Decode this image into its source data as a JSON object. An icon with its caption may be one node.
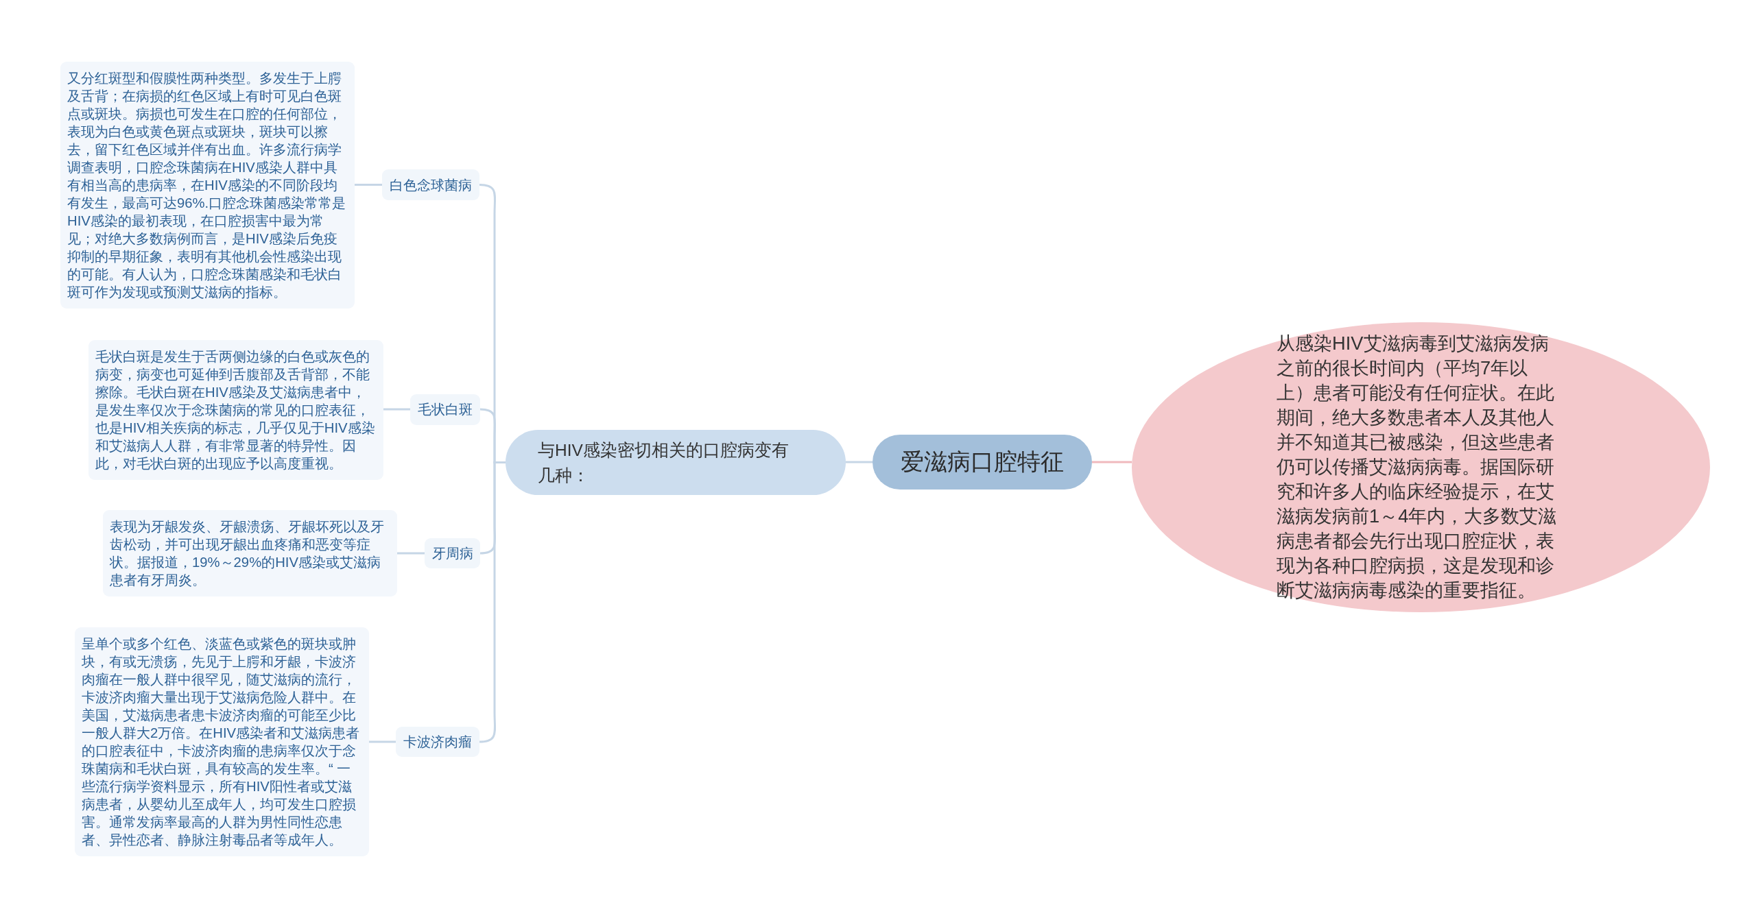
{
  "diagram": {
    "nodes": [
      {
        "text": [
          "爱滋病口腔特征"
        ]
      },
      {
        "text": [
          "从感染HIV艾滋病毒到艾滋病发病之前的很长时间内（平均7年以上）患者可能没有任何症状。在此期间，绝大多数患者本人及其他人并不知道其已被感染，但这些患者仍可以传播艾滋病病毒。据国际研究和许多人的临床经验提示，在艾滋病发病前1～4年内，大多数艾滋病患者都会先行出现口腔症状，表现为各种口腔病损，这是发现和诊断艾滋病病毒感染的重要指征。"
        ]
      },
      {
        "text": [
          "与HIV感染密切相关的口腔病变有几种："
        ]
      },
      {
        "text": [
          "白色念球菌病"
        ]
      },
      {
        "text": [
          "又分红斑型和假膜性两种类型。多发生于上腭及舌背；在病损的红色区域上有时可见白色斑点或斑块。病损也可发生在口腔的任何部位，表现为白色或黄色斑点或斑块，斑块可以擦去，留下红色区域并伴有出血。许多流行病学调查表明，口腔念珠菌病在HIV感染人群中具有相当高的患病率，在HIV感染的不同阶段均有发生，最高可达96%.口腔念珠菌感染常常是HIV感染的最初表现，在口腔损害中最为常见；对绝大多数病例而言，是HIV感染后免疫抑制的早期征象，表明有其他机会性感染出现的可能。有人认为，口腔念珠菌感染和毛状白斑可作为发现或预测艾滋病的指标。"
        ]
      },
      {
        "text": [
          "毛状白斑"
        ]
      },
      {
        "text": [
          "毛状白斑是发生于舌两侧边缘的白色或灰色的病变，病变也可延伸到舌腹部及舌背部，不能擦除。毛状白斑在HIV感染及艾滋病患者中，是发生率仅次于念珠菌病的常见的口腔表征，也是HIV相关疾病的标志，几乎仅见于HIV感染和艾滋病人人群，有非常显著的特异性。因此，对毛状白斑的出现应予以高度重视。"
        ]
      },
      {
        "text": [
          "牙周病"
        ]
      },
      {
        "text": [
          "表现为牙龈发炎、牙龈溃疡、牙龈坏死以及牙齿松动，并可出现牙龈出血疼痛和恶变等症状。据报道，19%～29%的HIV感染或艾滋病患者有牙周炎。"
        ]
      },
      {
        "text": [
          "卡波济肉瘤"
        ]
      },
      {
        "text": [
          "呈单个或多个红色、淡蓝色或紫色的斑块或肿块，有或无溃疡，先见于上腭和牙龈，卡波济肉瘤在一般人群中很罕见，随艾滋病的流行，卡波济肉瘤大量出现于艾滋病危险人群中。在美国，艾滋病患者患卡波济肉瘤的可能至少比一般人群大2万倍。在HIV感染者和艾滋病患者的口腔表征中，卡波济肉瘤的患病率仅次于念珠菌病和毛状白斑，具有较高的发生率。“ 一些流行病学资料显示，所有HIV阳性者或艾滋病患者，从婴幼儿至成年人，均可发生口腔损害。通常发病率最高的人群为男性同性恋患者、异性恋者、静脉注射毒品者等成年人。"
        ]
      }
    ],
    "edges": [
      {
        "from": 0,
        "to": 1,
        "arrow": "none",
        "color": "#f0b9bd"
      },
      {
        "from": 0,
        "to": 2,
        "arrow": "none"
      },
      {
        "from": 2,
        "to": 3,
        "arrow": "none"
      },
      {
        "from": 2,
        "to": 5,
        "arrow": "none"
      },
      {
        "from": 2,
        "to": 7,
        "arrow": "none"
      },
      {
        "from": 2,
        "to": 9,
        "arrow": "none"
      },
      {
        "from": 3,
        "to": 4,
        "arrow": "none"
      },
      {
        "from": 5,
        "to": 6,
        "arrow": "none"
      },
      {
        "from": 7,
        "to": 8,
        "arrow": "none"
      },
      {
        "from": 9,
        "to": 10,
        "arrow": "none"
      }
    ]
  }
}
